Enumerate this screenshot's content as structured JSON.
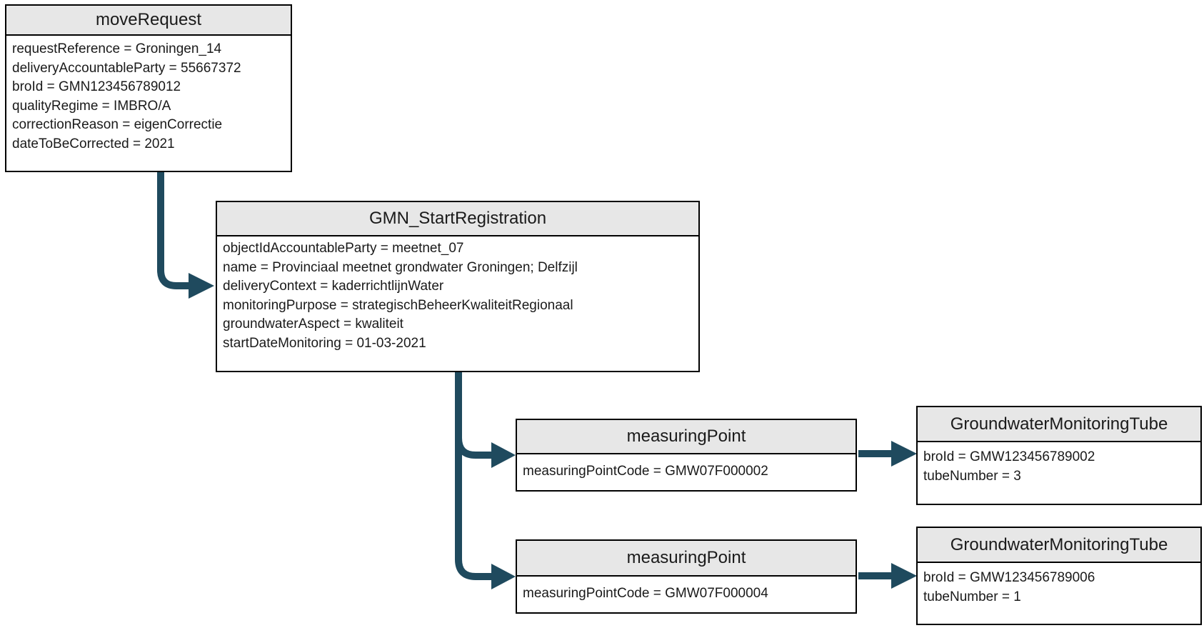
{
  "colors": {
    "arrow": "#1F4A5E",
    "header-fill": "#E7E7E7",
    "box-border": "#000000"
  },
  "nodes": {
    "move_request": {
      "title": "moveRequest",
      "attributes": [
        "requestReference = Groningen_14",
        "deliveryAccountableParty = 55667372",
        "broId = GMN123456789012",
        "qualityRegime = IMBRO/A",
        "correctionReason = eigenCorrectie",
        "dateToBeCorrected = 2021"
      ]
    },
    "gmn_start_registration": {
      "title": "GMN_StartRegistration",
      "attributes": [
        "objectIdAccountableParty = meetnet_07",
        "name = Provinciaal meetnet grondwater Groningen; Delfzijl",
        "deliveryContext = kaderrichtlijnWater",
        "monitoringPurpose = strategischBeheerKwaliteitRegionaal",
        "groundwaterAspect = kwaliteit",
        "startDateMonitoring = 01-03-2021"
      ]
    },
    "measuring_point_1": {
      "title": "measuringPoint",
      "attributes": [
        "measuringPointCode = GMW07F000002"
      ]
    },
    "measuring_point_2": {
      "title": "measuringPoint",
      "attributes": [
        "measuringPointCode = GMW07F000004"
      ]
    },
    "tube_1": {
      "title": "GroundwaterMonitoringTube",
      "attributes": [
        "broId = GMW123456789002",
        "tubeNumber = 3"
      ]
    },
    "tube_2": {
      "title": "GroundwaterMonitoringTube",
      "attributes": [
        "broId = GMW123456789006",
        "tubeNumber = 1"
      ]
    }
  }
}
